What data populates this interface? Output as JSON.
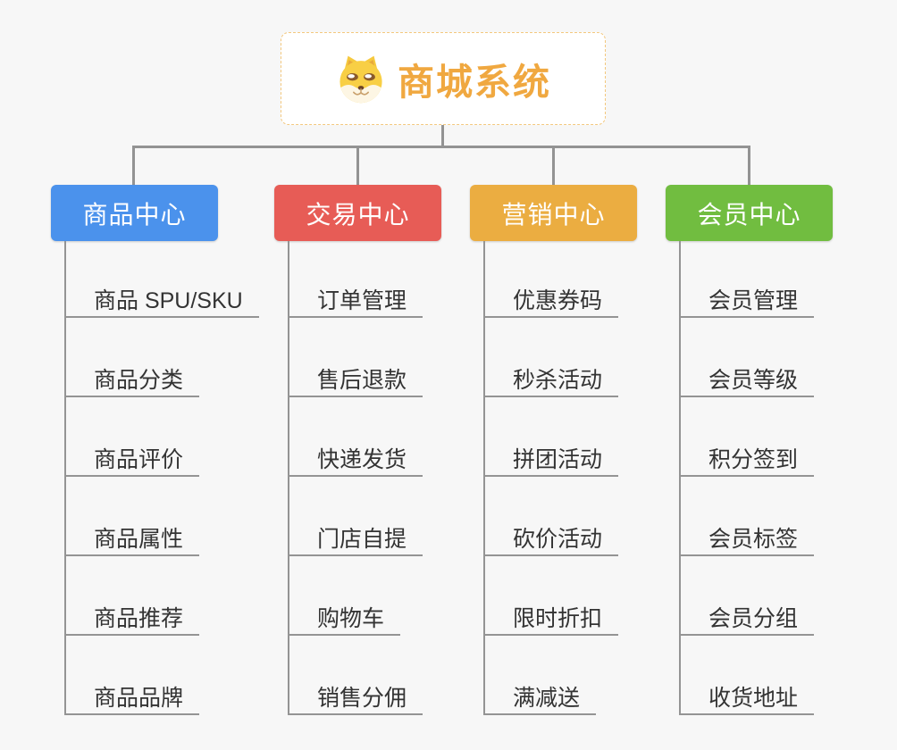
{
  "background_color": "#F7F7F7",
  "connector_color": "#939393",
  "root": {
    "title": "商城系统",
    "title_color": "#F0A840",
    "border_color": "#F3C87E",
    "icon": "shiba-dog-icon"
  },
  "branches": [
    {
      "label": "商品中心",
      "color": "#4B92EC",
      "items": [
        "商品 SPU/SKU",
        "商品分类",
        "商品评价",
        "商品属性",
        "商品推荐",
        "商品品牌"
      ]
    },
    {
      "label": "交易中心",
      "color": "#E75C56",
      "items": [
        "订单管理",
        "售后退款",
        "快递发货",
        "门店自提",
        "购物车",
        "销售分佣"
      ]
    },
    {
      "label": "营销中心",
      "color": "#EBAD41",
      "items": [
        "优惠券码",
        "秒杀活动",
        "拼团活动",
        "砍价活动",
        "限时折扣",
        "满减送"
      ]
    },
    {
      "label": "会员中心",
      "color": "#71BD40",
      "items": [
        "会员管理",
        "会员等级",
        "积分签到",
        "会员标签",
        "会员分组",
        "收货地址"
      ]
    }
  ]
}
